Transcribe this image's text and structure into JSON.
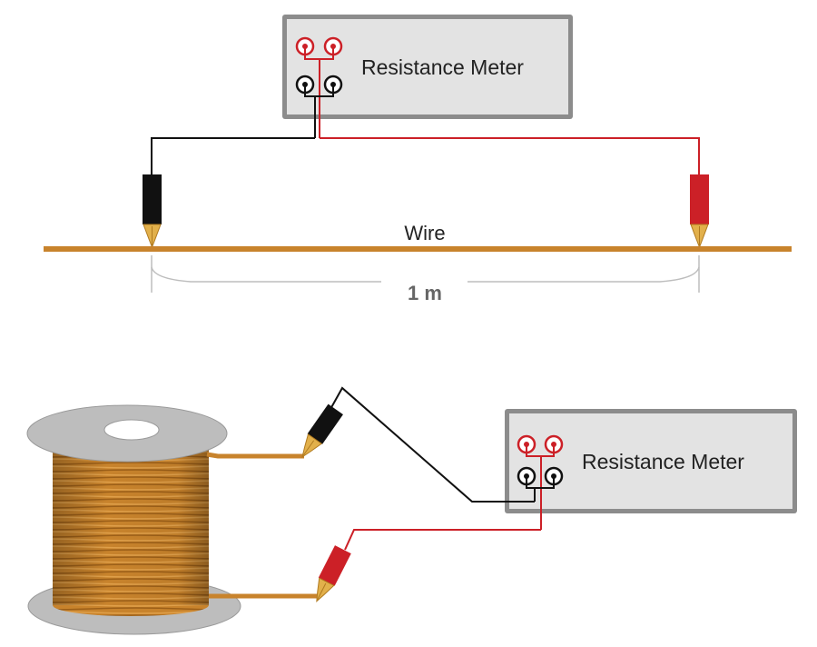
{
  "top_setup": {
    "meter_label": "Resistance Meter",
    "wire_label": "Wire",
    "length_label": "1 m"
  },
  "bottom_setup": {
    "meter_label": "Resistance Meter"
  },
  "colors": {
    "wire": "#c8832c",
    "lead_black": "#111111",
    "lead_red": "#cc2027",
    "meter_face": "#e3e3e3",
    "meter_border": "#8c8c8c",
    "spool": "#bdbdbd"
  }
}
